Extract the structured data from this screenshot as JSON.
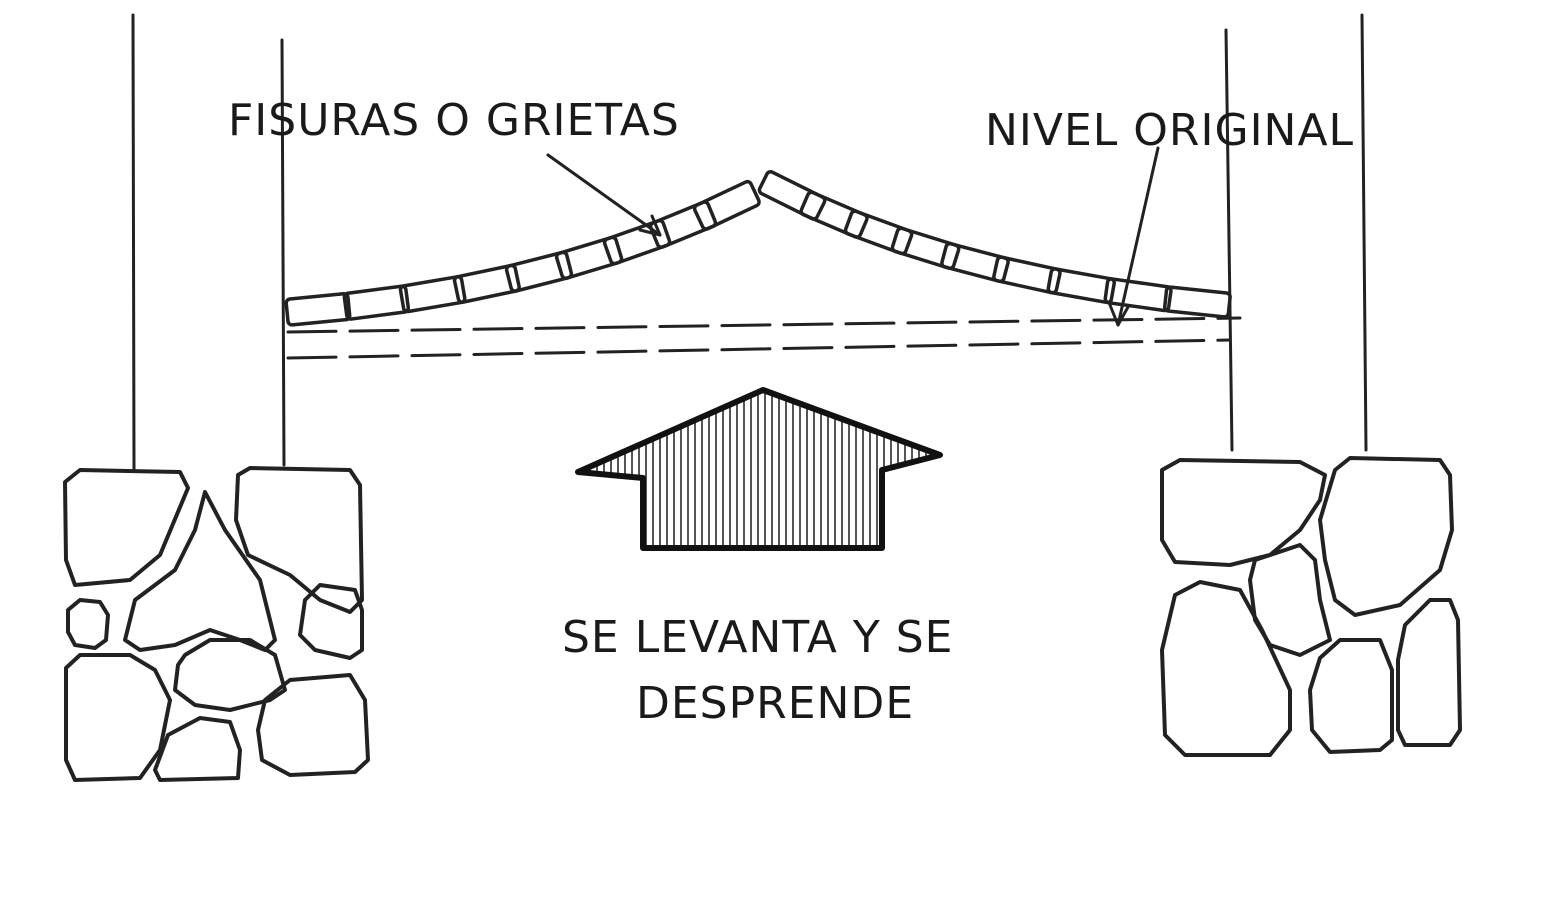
{
  "labels": {
    "cracks": "FISURAS O GRIETAS",
    "original_level": "NIVEL ORIGINAL",
    "caption_line1": "SE LEVANTA Y SE",
    "caption_line2": "DESPRENDE"
  },
  "colors": {
    "ink": "#222222",
    "background": "#ffffff",
    "hatch": "#555555"
  }
}
